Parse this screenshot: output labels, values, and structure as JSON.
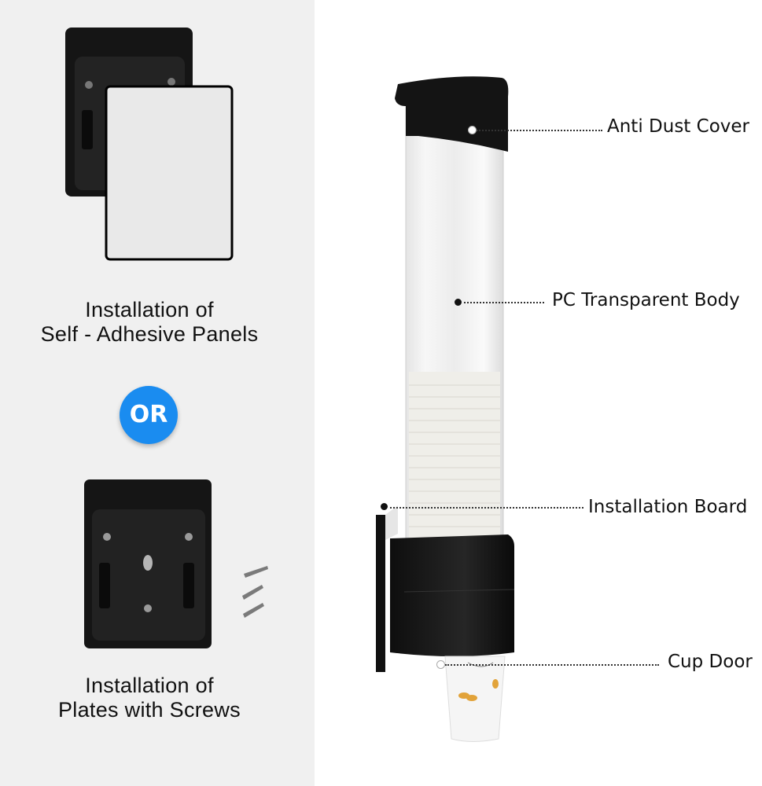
{
  "left_panel": {
    "adhesive_option": {
      "caption_line1": "Installation of",
      "caption_line2": "Self - Adhesive Panels",
      "image": "black-mounting-plate-with-white-adhesive-panel"
    },
    "separator": {
      "label": "OR",
      "color": "#1a8cf0"
    },
    "screw_option": {
      "caption_line1": "Installation of",
      "caption_line2": "Plates with Screws",
      "image": "black-mounting-plate-with-three-screws"
    }
  },
  "product": {
    "name": "cup-dispenser",
    "callouts": [
      {
        "label": "Anti Dust Cover"
      },
      {
        "label": "PC Transparent Body"
      },
      {
        "label": "Installation Board"
      },
      {
        "label": "Cup Door"
      }
    ]
  },
  "colors": {
    "left_background": "#f0f0f0",
    "right_background": "#ffffff",
    "plastic_black": "#141414",
    "accent_blue": "#1a8cf0"
  }
}
